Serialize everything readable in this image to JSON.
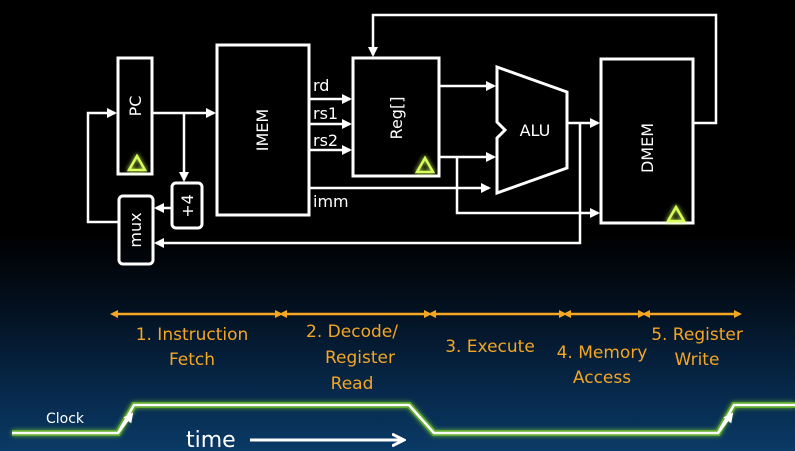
{
  "blocks": {
    "pc": "PC",
    "imem": "IMEM",
    "reg": "Reg[]",
    "alu": "ALU",
    "dmem": "DMEM",
    "mux": "mux",
    "plus4": "+4"
  },
  "ports": {
    "rd": "rd",
    "rs1": "rs1",
    "rs2": "rs2",
    "imm": "imm"
  },
  "stages": [
    {
      "line1": "1. Instruction",
      "line2": "Fetch",
      "line3": ""
    },
    {
      "line1": "2. Decode/",
      "line2": "Register",
      "line3": "Read"
    },
    {
      "line1": "3. Execute",
      "line2": "",
      "line3": ""
    },
    {
      "line1": "4. Memory",
      "line2": "Access",
      "line3": ""
    },
    {
      "line1": "5. Register",
      "line2": "Write",
      "line3": ""
    }
  ],
  "clock_label": "Clock",
  "time_label": "time",
  "colors": {
    "wire": "#ffffff",
    "stage_text": "#f5a623",
    "clock_edge": "#7ed321",
    "background_bottom": "#0a3a66"
  }
}
